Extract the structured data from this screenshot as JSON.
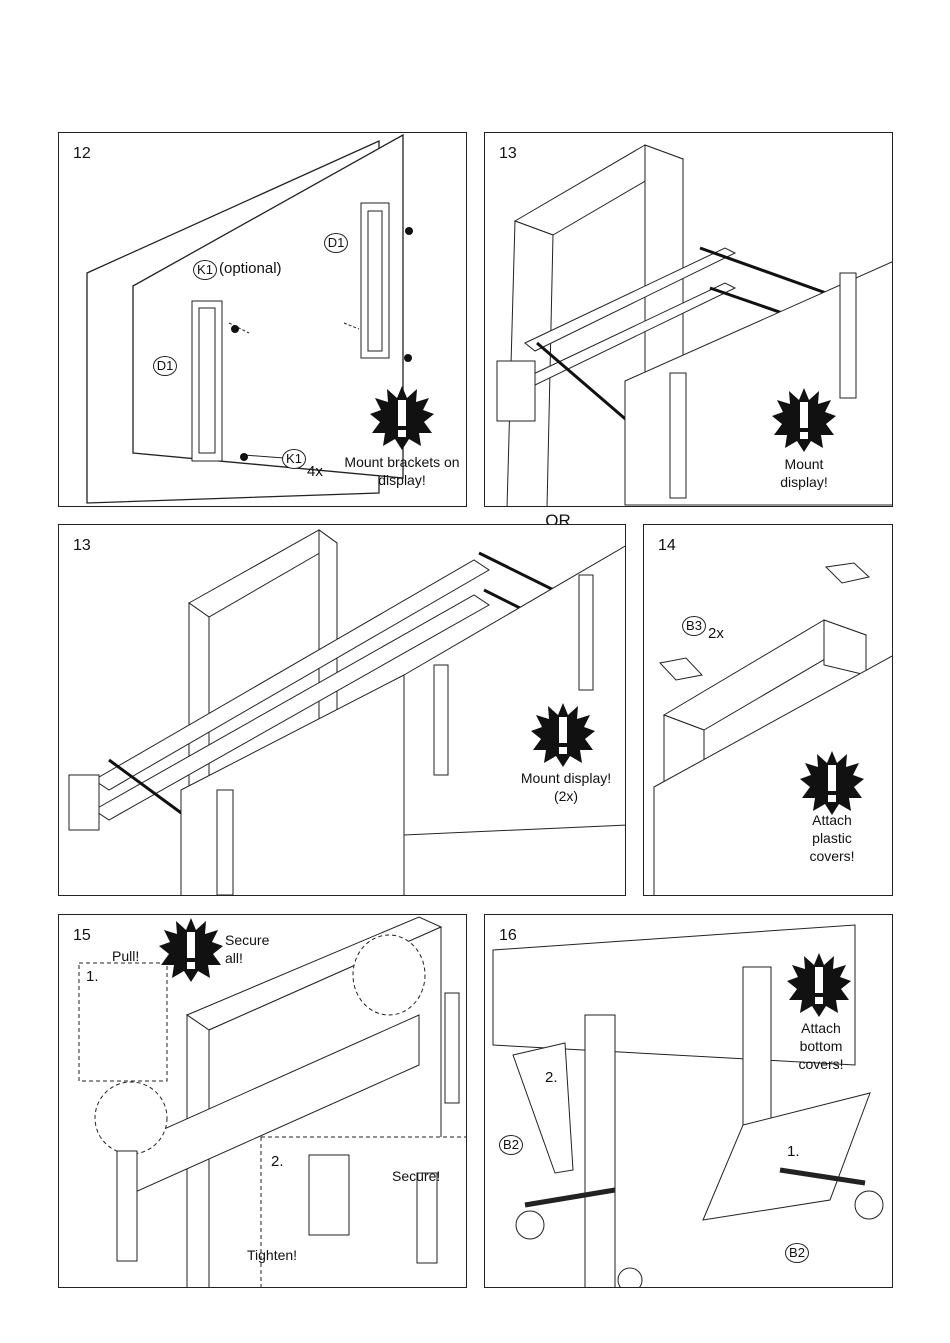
{
  "or_label": "OR",
  "panels": {
    "p12": {
      "number": "12",
      "callout_k1_top": "K1",
      "optional_note": "(optional)",
      "callout_d1_left": "D1",
      "callout_d1_right": "D1",
      "callout_k1_bottom": "K1",
      "qty": "4x",
      "caption": "Mount brackets on display!"
    },
    "p13a": {
      "number": "13",
      "caption": "Mount display!"
    },
    "p13b": {
      "number": "13",
      "caption": "Mount display! (2x)"
    },
    "p14": {
      "number": "14",
      "callout_b3": "B3",
      "qty": "2x",
      "caption": "Attach plastic covers!"
    },
    "p15": {
      "number": "15",
      "pull": "Pull!",
      "step1": "1.",
      "secure_all": "Secure all!",
      "step2": "2.",
      "tighten": "Tighten!",
      "secure": "Secure!"
    },
    "p16": {
      "number": "16",
      "caption": "Attach bottom covers!",
      "step2": "2.",
      "step1": "1.",
      "callout_b2_left": "B2",
      "callout_b2_right": "B2"
    }
  },
  "icons": [
    "warning-burst-icon"
  ]
}
